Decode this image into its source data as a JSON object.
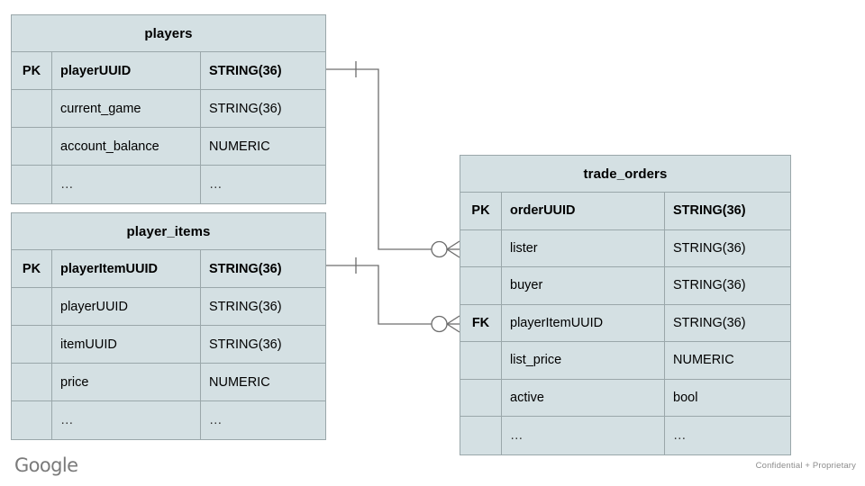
{
  "diagram": {
    "type": "entity-relationship-diagram",
    "notation": "crow's-foot",
    "palette": {
      "entity_fill": "#d4e0e3",
      "entity_border": "#9aa7aa",
      "connector": "#6d6d6d",
      "text": "#000000",
      "footer_text": "#8d8d8d"
    },
    "entities": [
      {
        "id": "players",
        "title": "players",
        "columns": [
          {
            "key": "PK",
            "name": "playerUUID",
            "type": "STRING(36)",
            "primary": true
          },
          {
            "key": "",
            "name": "current_game",
            "type": "STRING(36)",
            "primary": false
          },
          {
            "key": "",
            "name": "account_balance",
            "type": "NUMERIC",
            "primary": false
          },
          {
            "key": "",
            "name": "…",
            "type": "…",
            "primary": false
          }
        ]
      },
      {
        "id": "player_items",
        "title": "player_items",
        "columns": [
          {
            "key": "PK",
            "name": "playerItemUUID",
            "type": "STRING(36)",
            "primary": true
          },
          {
            "key": "",
            "name": "playerUUID",
            "type": "STRING(36)",
            "primary": false
          },
          {
            "key": "",
            "name": "itemUUID",
            "type": "STRING(36)",
            "primary": false
          },
          {
            "key": "",
            "name": "price",
            "type": "NUMERIC",
            "primary": false
          },
          {
            "key": "",
            "name": "…",
            "type": "…",
            "primary": false
          }
        ]
      },
      {
        "id": "trade_orders",
        "title": "trade_orders",
        "columns": [
          {
            "key": "PK",
            "name": "orderUUID",
            "type": "STRING(36)",
            "primary": true
          },
          {
            "key": "",
            "name": "lister",
            "type": "STRING(36)",
            "primary": false
          },
          {
            "key": "",
            "name": "buyer",
            "type": "STRING(36)",
            "primary": false
          },
          {
            "key": "FK",
            "name": "playerItemUUID",
            "type": "STRING(36)",
            "primary": false
          },
          {
            "key": "",
            "name": "list_price",
            "type": "NUMERIC",
            "primary": false
          },
          {
            "key": "",
            "name": "active",
            "type": "bool",
            "primary": false
          },
          {
            "key": "",
            "name": "…",
            "type": "…",
            "primary": false
          }
        ]
      }
    ],
    "relationships": [
      {
        "id": "players-to-trade-orders",
        "from_entity": "players",
        "from_column": "playerUUID",
        "from_cardinality": "one",
        "to_entity": "trade_orders",
        "to_column": "lister",
        "to_cardinality": "zero-or-many"
      },
      {
        "id": "player-items-to-trade-orders",
        "from_entity": "player_items",
        "from_column": "playerItemUUID",
        "from_cardinality": "one",
        "to_entity": "trade_orders",
        "to_column": "playerItemUUID",
        "to_cardinality": "zero-or-many"
      }
    ]
  },
  "footer": {
    "logo_text": "Google",
    "confidential_text": "Confidential + Proprietary"
  }
}
